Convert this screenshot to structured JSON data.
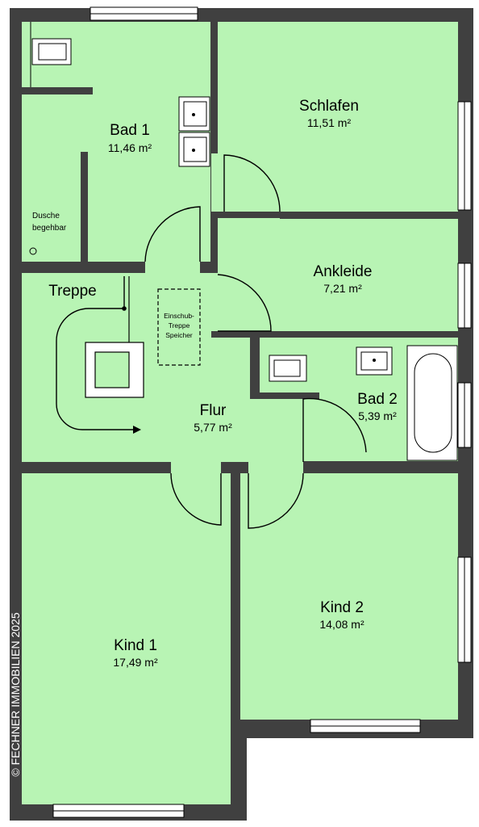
{
  "colors": {
    "room_fill": "#b8f4b4",
    "wall": "#404040",
    "fixture": "#ffffff",
    "line": "#000000"
  },
  "rooms": {
    "bad1": {
      "title": "Bad 1",
      "area": "11,46 m²"
    },
    "schlafen": {
      "title": "Schlafen",
      "area": "11,51 m²"
    },
    "ankleide": {
      "title": "Ankleide",
      "area": "7,21 m²"
    },
    "treppe": {
      "title": "Treppe"
    },
    "flur": {
      "title": "Flur",
      "area": "5,77 m²"
    },
    "bad2": {
      "title": "Bad 2",
      "area": "5,39 m²"
    },
    "kind1": {
      "title": "Kind 1",
      "area": "17,49 m²"
    },
    "kind2": {
      "title": "Kind 2",
      "area": "14,08 m²"
    }
  },
  "notes": {
    "dusche_line1": "Dusche",
    "dusche_line2": "begehbar",
    "einschub_line1": "Einschub-",
    "einschub_line2": "Treppe",
    "einschub_line3": "Speicher"
  },
  "copyright": "© FECHNER IMMOBILIEN 2025"
}
